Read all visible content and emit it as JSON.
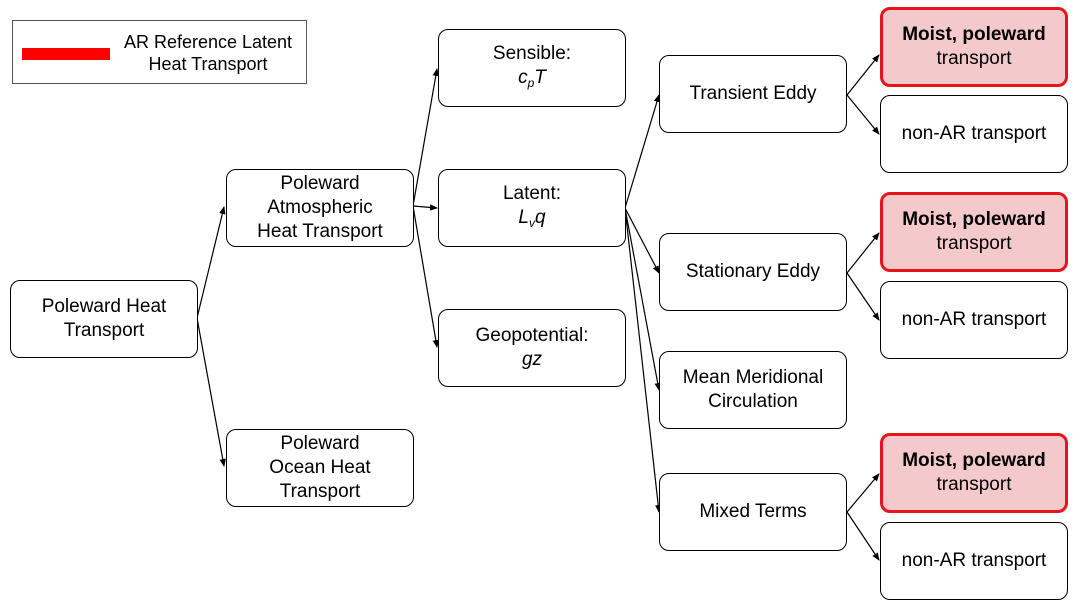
{
  "legend": {
    "label": "AR Reference Latent Heat Transport",
    "swatch_color": "#ff0000"
  },
  "nodes": {
    "root": "Poleward Heat Transport",
    "atmospheric": "Poleward Atmospheric Heat Transport",
    "ocean": "Poleward Ocean Heat Transport",
    "sensible": {
      "title": "Sensible:",
      "formula_base": "c",
      "formula_sub": "p",
      "formula_rest": "T"
    },
    "latent": {
      "title": "Latent:",
      "formula_base": "L",
      "formula_sub": "v",
      "formula_rest": "q"
    },
    "geopotential": {
      "title": "Geopotential:",
      "formula": "gz"
    },
    "transient": "Transient Eddy",
    "stationary": "Stationary Eddy",
    "mmc": "Mean Meridional Circulation",
    "mixed": "Mixed Terms",
    "ar_bold": "Moist, poleward",
    "ar_rest": "transport",
    "non_ar": "non-AR transport"
  },
  "colors": {
    "ar_border": "#e8141c",
    "ar_fill": "#f4c9cb"
  }
}
